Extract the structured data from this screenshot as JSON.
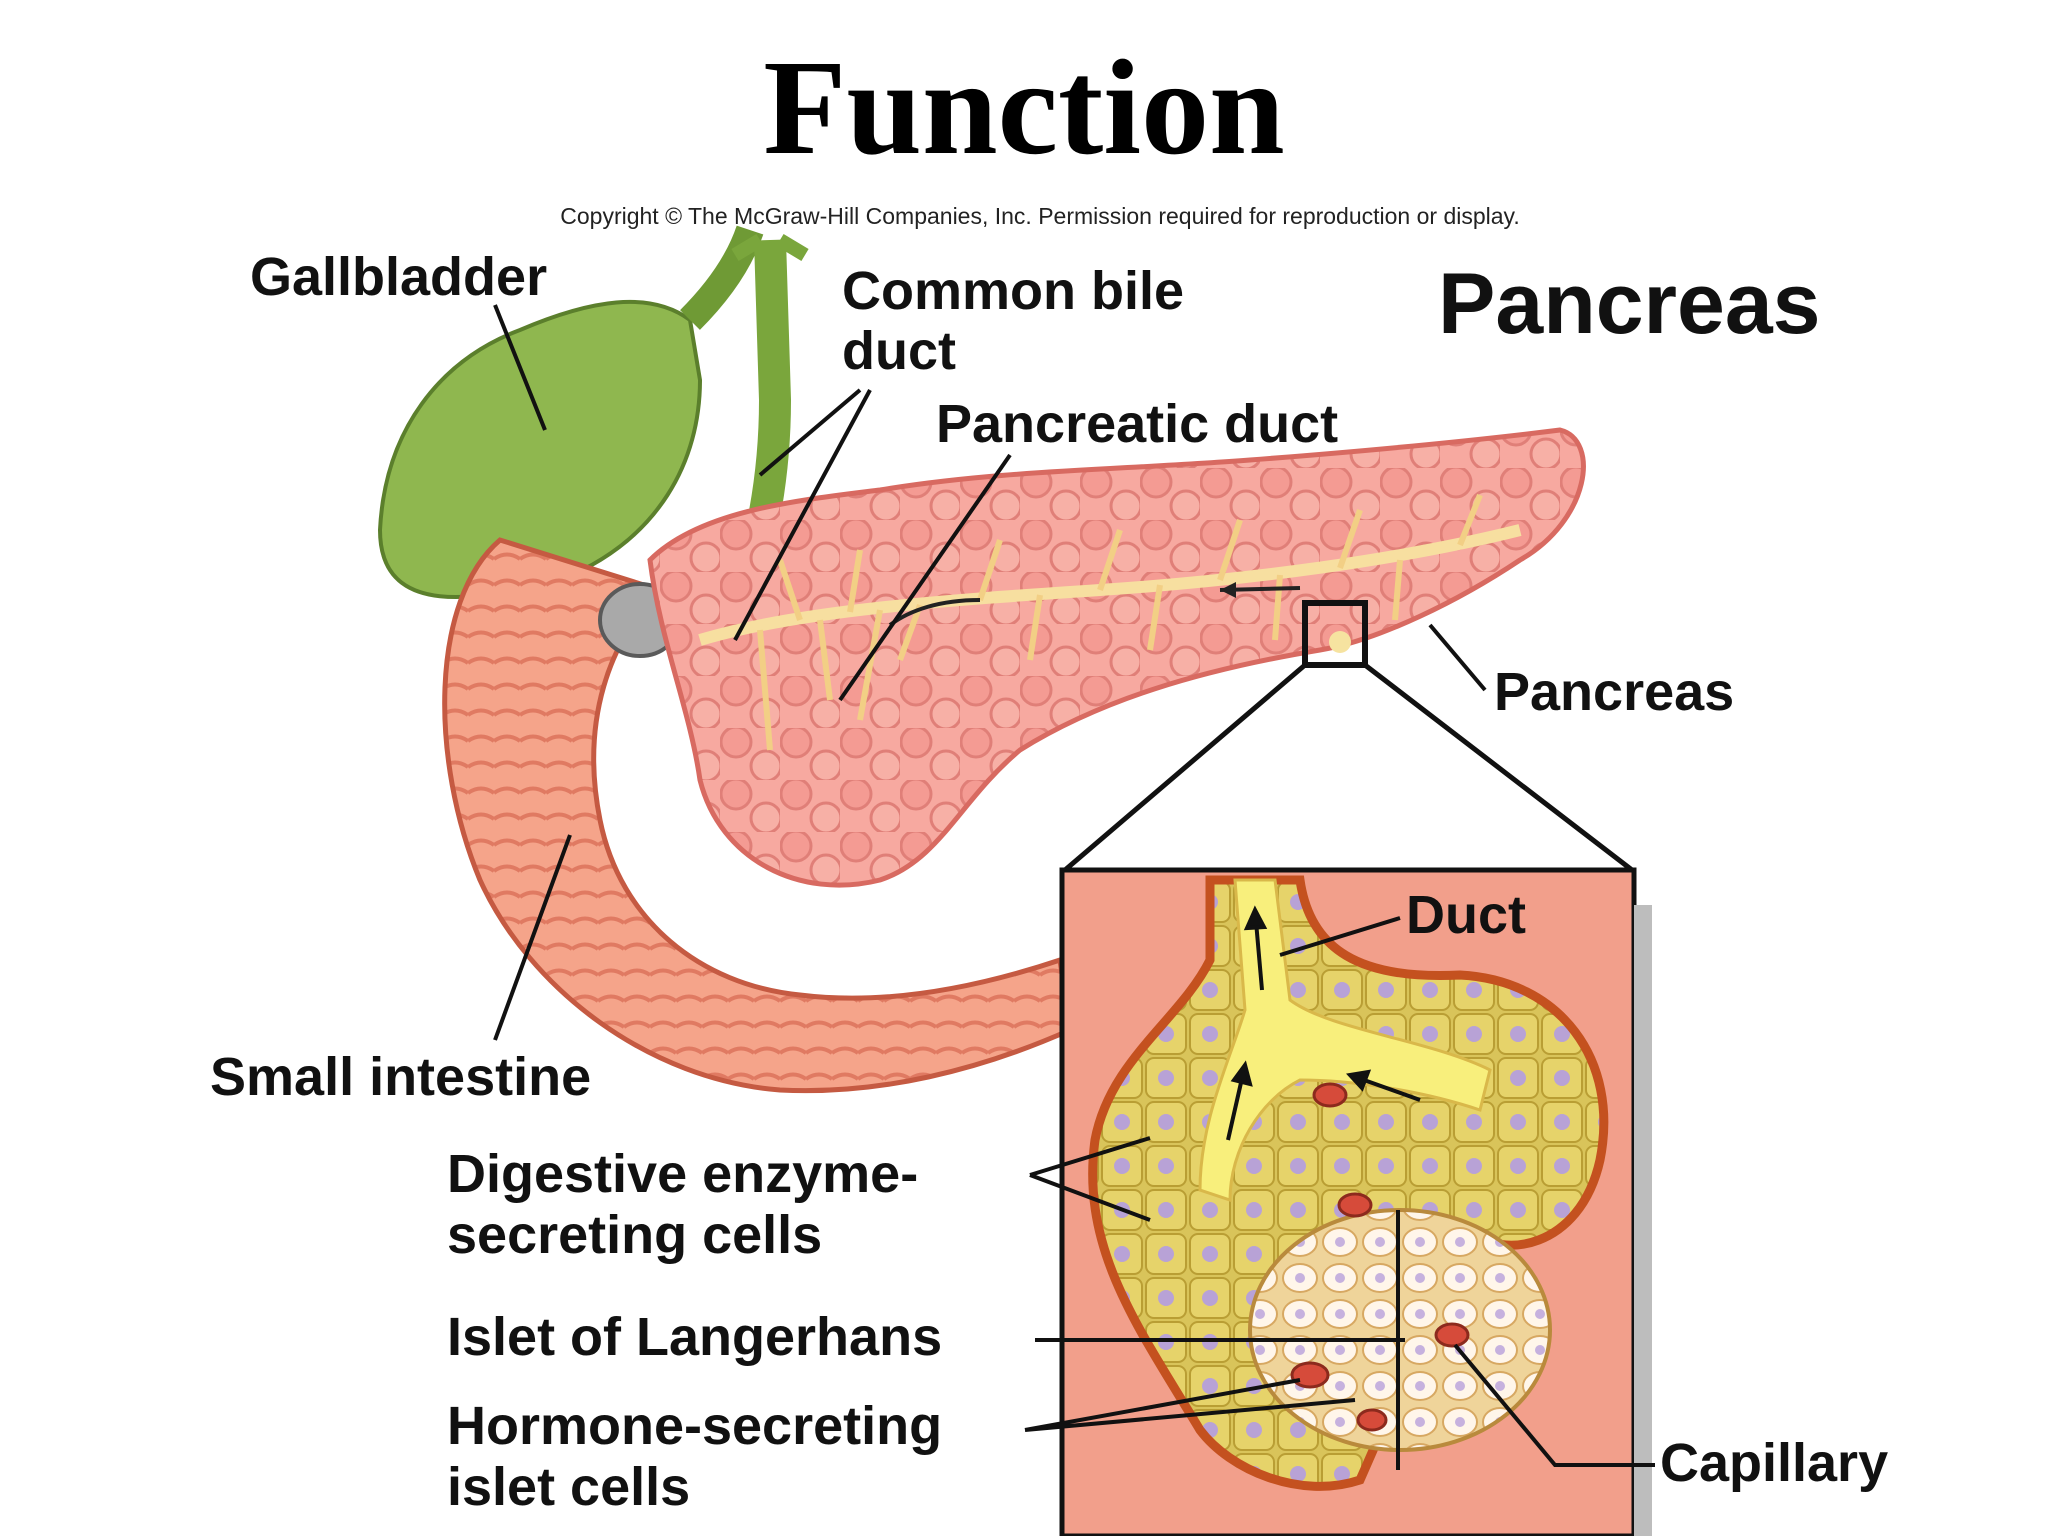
{
  "slide": {
    "title": "Function",
    "copyright": "Copyright © The McGraw-Hill Companies, Inc. Permission required for reproduction or display."
  },
  "figure": {
    "heading": "Pancreas",
    "labels": {
      "gallbladder": "Gallbladder",
      "common_bile_duct_1": "Common bile",
      "common_bile_duct_2": "duct",
      "pancreatic_duct": "Pancreatic duct",
      "pancreas": "Pancreas",
      "duct": "Duct",
      "small_intestine": "Small intestine",
      "digestive_cells_1": "Digestive enzyme-",
      "digestive_cells_2": "secreting cells",
      "islet": "Islet of Langerhans",
      "hormone_cells_1": "Hormone-secreting",
      "hormone_cells_2": "islet cells",
      "capillary": "Capillary"
    }
  }
}
